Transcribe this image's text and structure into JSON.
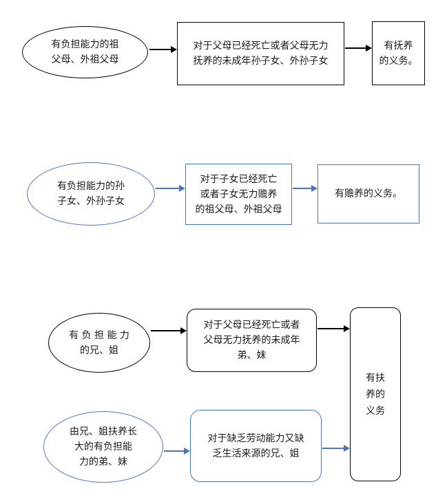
{
  "colors": {
    "black_stroke": "#000000",
    "blue_stroke": "#4a74c2"
  },
  "section1": {
    "ellipse": "有负担能力的祖\n父母、外祖父母",
    "condition": "对于父母已经死亡或者父母无力\n抚养的未成年孙子女、外孙子女",
    "duty": "有抚养\n的义务。"
  },
  "section2": {
    "ellipse": "有负担能力的孙\n子女、外孙子女",
    "condition": "对于子女已经死亡\n或者子女无力赡养\n的祖父母、外祖父母",
    "duty": "有赡养的义务。"
  },
  "section3": {
    "ellipse_top": "有 负 担 能 力\n的兄、姐",
    "condition_top": "对于父母已经死亡或者\n父母无力抚养的未成年\n弟、妹",
    "ellipse_bottom": "由兄、姐扶养长\n大的有负担能\n力的弟、妹",
    "condition_bottom": "对于缺乏劳动能力又缺\n乏生活来源的兄、姐",
    "duty": "有扶\n养的\n义务"
  }
}
